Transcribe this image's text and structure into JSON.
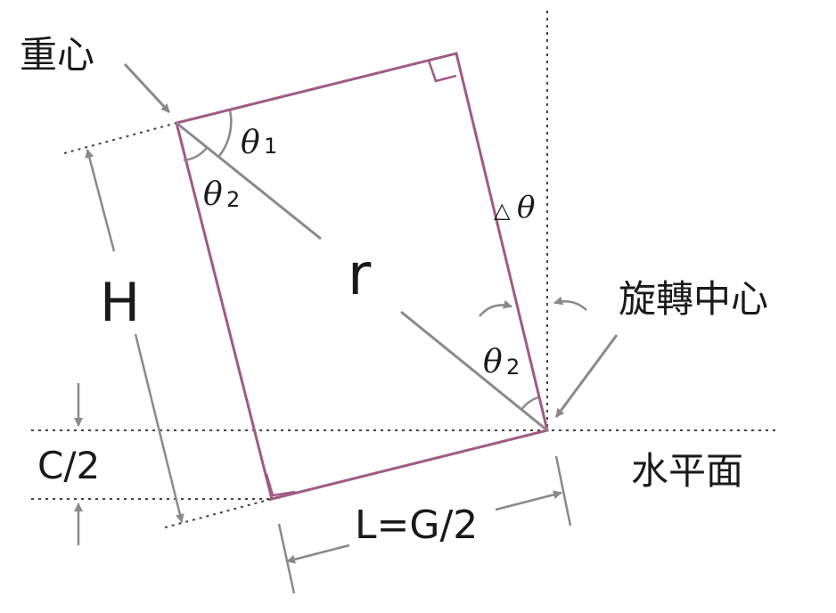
{
  "labels": {
    "center_of_gravity": "重心",
    "theta1": "θ",
    "theta1_sub": "1",
    "theta2_top": "θ",
    "theta2_top_sub": "2",
    "delta_theta_tri": "△",
    "delta_theta_sym": "θ",
    "H": "H",
    "r": "r",
    "rotation_center": "旋轉中心",
    "theta2_bottom": "θ",
    "theta2_bottom_sub": "2",
    "C_half": "C/2",
    "horizontal_plane": "水平面",
    "L_eq_G_half": "L=G/2"
  },
  "colors": {
    "block": "#a05a86",
    "line": "#8a8a8a",
    "dotted": "#444444",
    "text": "#1a1a1a"
  }
}
